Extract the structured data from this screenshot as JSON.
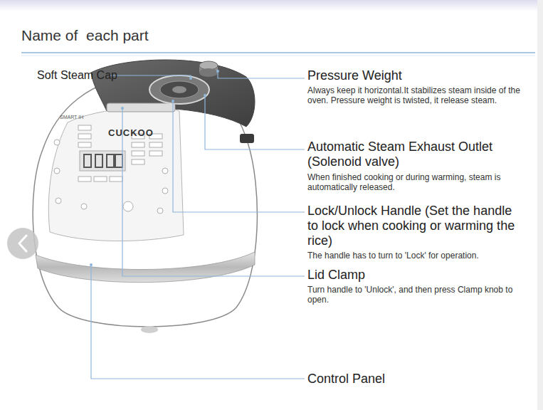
{
  "diagram": {
    "title": "Name of  each part",
    "labels": [
      "Soft Steam Cap",
      "Pressure Weight",
      "Always keep it horizontal.It stabilizes steam inside of the oven. Pressure weight is twisted, it release steam.",
      "Automatic Steam Exhaust Outlet (Solenoid valve)",
      "When finished cooking or during warming, steam is automatically released.",
      "Lock/Unlock Handle (Set the handle to lock when cooking or warming the rice)",
      "The handle has to turn to 'Lock' for operation.",
      "Lid Clamp",
      "Turn handle to 'Unlock', and then press Clamp knob to open.",
      "Control Panel",
      "SMART IH",
      "CUCKOO"
    ]
  }
}
